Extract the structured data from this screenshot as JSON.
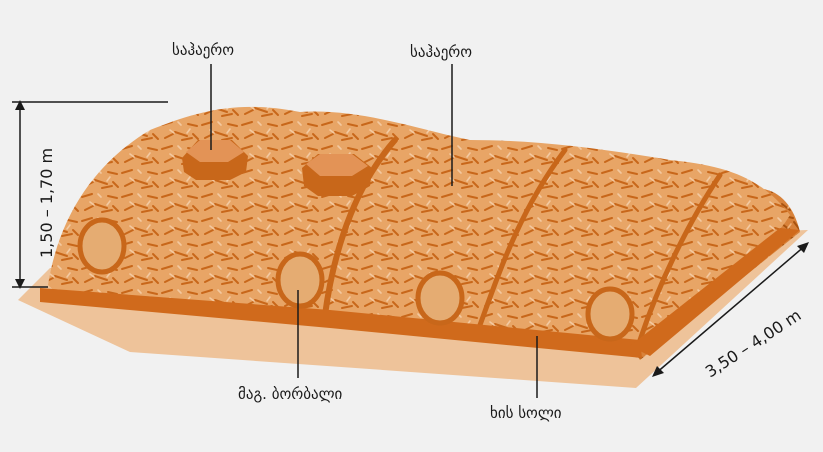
{
  "labels": {
    "vent_left": "საჰაერო",
    "vent_right": "საჰაერო",
    "pipe": "მაგ. ბორბალი",
    "wood_bed": "ხის სოლი"
  },
  "dimensions": {
    "height": "1,50 – 1,70 m",
    "width": "3,50 – 4,00 m"
  },
  "colors": {
    "background": "#f1f1f1",
    "straw": "#e6a060",
    "dark": "#c8671a",
    "base": "#eec39a"
  }
}
